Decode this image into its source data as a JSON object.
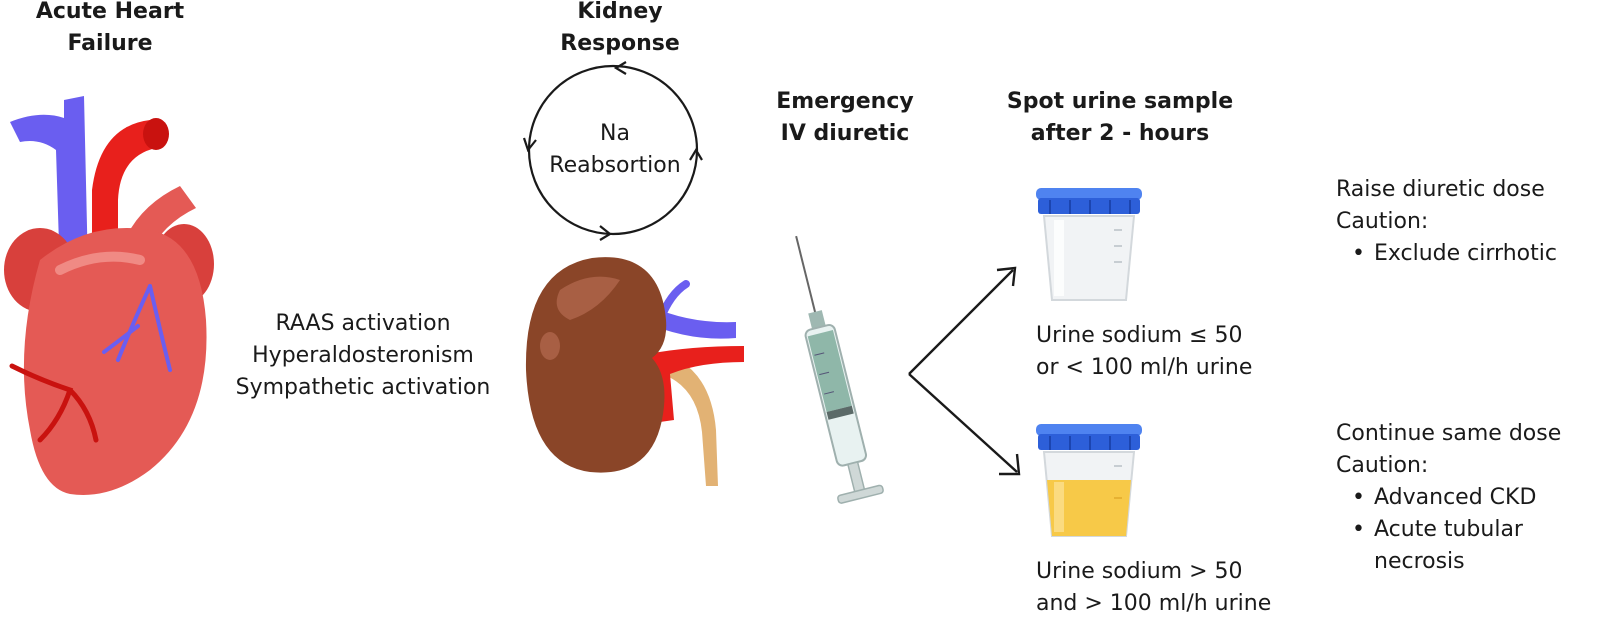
{
  "columns": {
    "heart_title_line1": "Acute Heart",
    "heart_title_line2": "Failure",
    "kidney_title_line1": "Kidney",
    "kidney_title_line2": "Response",
    "diuretic_title_line1": "Emergency",
    "diuretic_title_line2": "IV diuretic",
    "sample_title_line1": "Spot urine sample",
    "sample_title_line2": "after 2 - hours"
  },
  "cycle": {
    "line1": "Na",
    "line2": "Reabsortion"
  },
  "mechanisms": [
    "RAAS activation",
    "Hyperaldosteronism",
    "Sympathetic activation"
  ],
  "outcomes": {
    "low": {
      "criteria_line1": "Urine sodium ≤ 50",
      "criteria_line2": "or < 100  ml/h urine",
      "action": "Raise diuretic dose",
      "caution_label": "Caution:",
      "cautions": [
        "Exclude cirrhotic"
      ]
    },
    "high": {
      "criteria_line1": "Urine sodium > 50",
      "criteria_line2": "and > 100  ml/h urine",
      "action": "Continue same dose",
      "caution_label": "Caution:",
      "cautions": [
        "Advanced CKD",
        "Acute tubular",
        "necrosis"
      ]
    }
  },
  "colors": {
    "heart_red": "#e45a55",
    "artery_red": "#e8201c",
    "vein_blue": "#6a5ef0",
    "kidney_brown": "#8a4528",
    "ureter_tan": "#e2b274",
    "cap_blue": "#2d5fd9",
    "urine_yellow": "#f7c948"
  }
}
